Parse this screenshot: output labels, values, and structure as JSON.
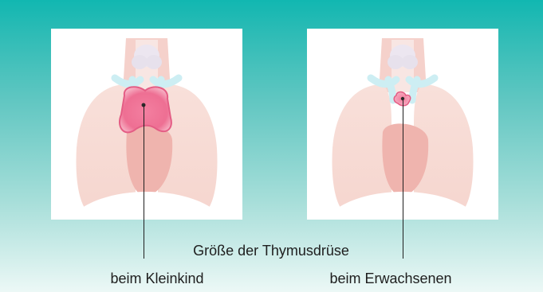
{
  "diagram": {
    "title": "Größe der Thymusdrüse",
    "panels": [
      {
        "id": "child",
        "label": "beim Kleinkind",
        "thymus_size": "large"
      },
      {
        "id": "adult",
        "label": "beim Erwachsenen",
        "thymus_size": "small"
      }
    ],
    "colors": {
      "background_top": "#11b7b1",
      "background_bottom": "#ecf8f6",
      "lung": "#f7dcd6",
      "lung_edge": "#f0c9c1",
      "heart": "#efb3ad",
      "vessels": "#c9eaf0",
      "trachea": "#f2c6bf",
      "thyroid": "#e9e2ee",
      "thymus": "#f07c9b",
      "thymus_edge": "#e85d86",
      "leader_line": "#1f1f1f"
    }
  }
}
